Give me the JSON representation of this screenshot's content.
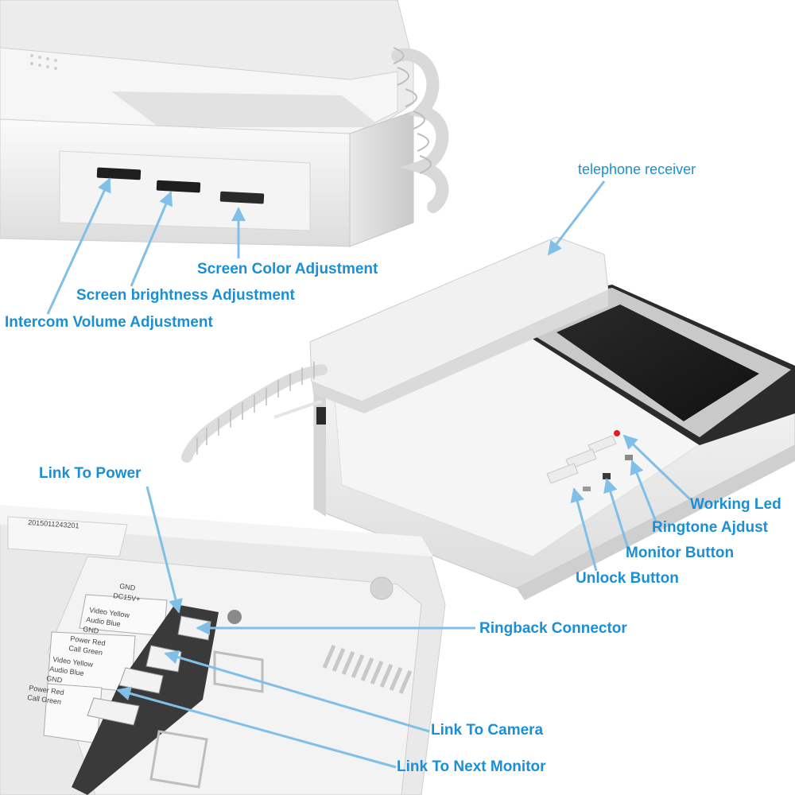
{
  "labels": {
    "telephone_receiver": "telephone receiver",
    "screen_color": "Screen Color Adjustment",
    "screen_brightness": "Screen brightness Adjustment",
    "intercom_volume": "Intercom Volume Adjustment",
    "link_power": "Link To Power",
    "working_led": "Working Led",
    "ringtone_adjust": "Ringtone Ajdust",
    "monitor_button": "Monitor Button",
    "unlock_button": "Unlock Button",
    "ringback_connector": "Ringback Connector",
    "link_camera": "Link To Camera",
    "link_next_monitor": "Link To Next Monitor"
  },
  "back_panel": {
    "serial": "2015011243201",
    "terminals_top": [
      "GND",
      "DC15V+"
    ],
    "terminal_group_1": [
      "Video Yellow",
      "Audio Blue",
      "GND",
      "Power Red",
      "Call Green"
    ],
    "terminal_group_2": [
      "Video Yellow",
      "Audio Blue",
      "GND",
      "Power Red",
      "Call Green"
    ]
  },
  "colors": {
    "label_blue": "#1a8fd6",
    "arrow_blue": "#9ccfee",
    "device_white": "#f2f2f2",
    "screen_dark": "#1b1b1b",
    "led_red": "#e02020"
  }
}
